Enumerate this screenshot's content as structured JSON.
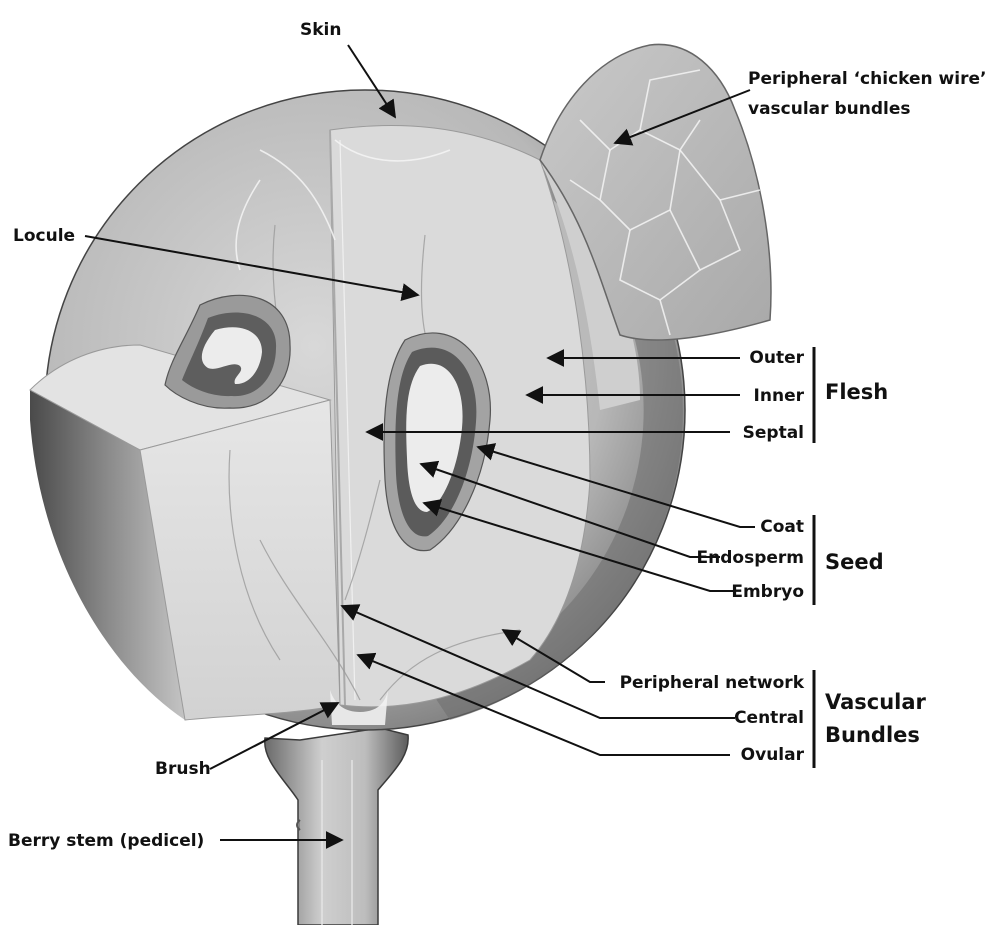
{
  "labels": {
    "skin": "Skin",
    "chicken_wire_line1": "Peripheral ‘chicken wire’",
    "chicken_wire_line2": "vascular bundles",
    "locule": "Locule",
    "outer": "Outer",
    "inner": "Inner",
    "septal": "Septal",
    "coat": "Coat",
    "endosperm": "Endosperm",
    "embryo": "Embryo",
    "peripheral_network": "Peripheral network",
    "central": "Central",
    "ovular": "Ovular",
    "brush": "Brush",
    "berry_stem": "Berry stem (pedicel)"
  },
  "groups": {
    "flesh": "Flesh",
    "seed": "Seed",
    "vascular_line1": "Vascular",
    "vascular_line2": "Bundles"
  }
}
